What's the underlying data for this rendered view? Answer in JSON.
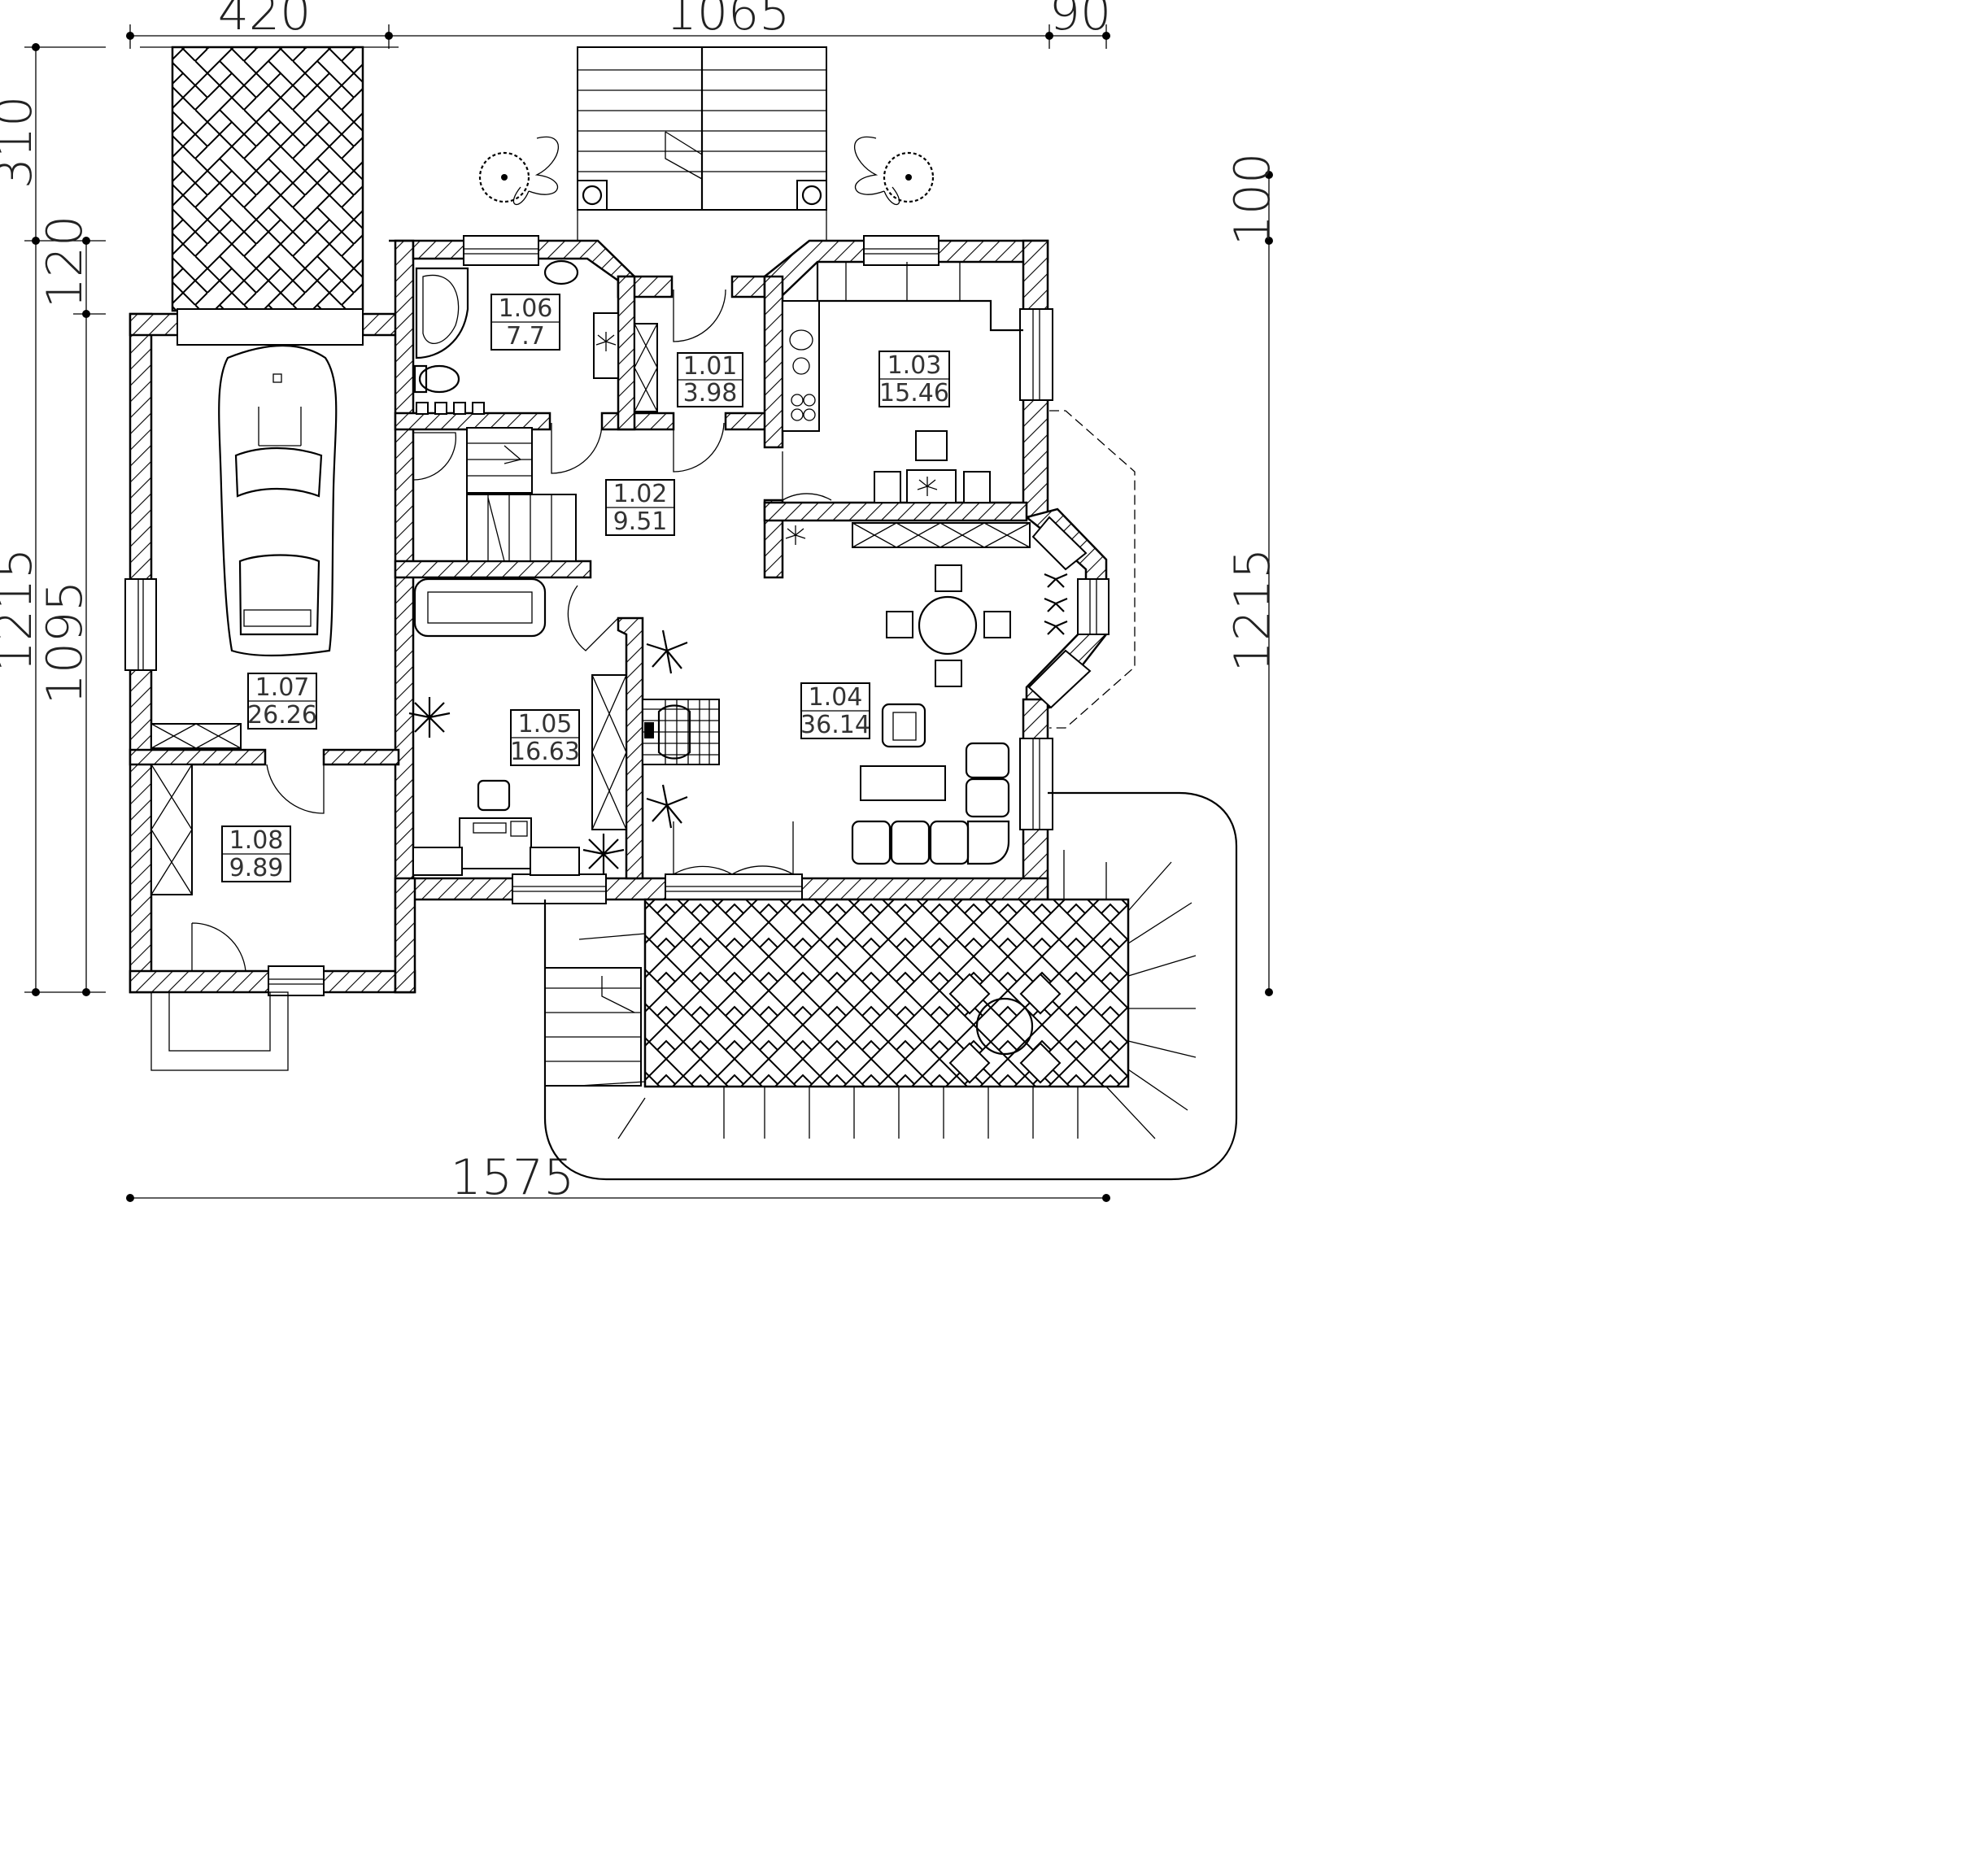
{
  "dimensions": {
    "top": [
      "420",
      "1065",
      "90"
    ],
    "bottom": "1575",
    "left_outer": [
      "310",
      "1215"
    ],
    "left_inner": [
      "120",
      "1095"
    ],
    "right": [
      "100",
      "1215"
    ]
  },
  "rooms": [
    {
      "id": "1.01",
      "area": "3.98"
    },
    {
      "id": "1.02",
      "area": "9.51"
    },
    {
      "id": "1.03",
      "area": "15.46"
    },
    {
      "id": "1.04",
      "area": "36.14"
    },
    {
      "id": "1.05",
      "area": "16.63"
    },
    {
      "id": "1.06",
      "area": "7.7"
    },
    {
      "id": "1.07",
      "area": "26.26"
    },
    {
      "id": "1.08",
      "area": "9.89"
    }
  ]
}
